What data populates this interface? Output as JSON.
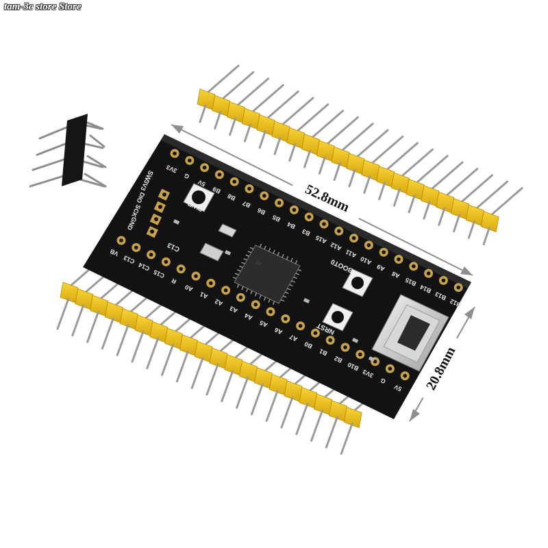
{
  "watermark": "tam-3c store Store",
  "dimensions": {
    "length": "52.8mm",
    "width": "20.8mm"
  },
  "board": {
    "top_pins": [
      "3V3",
      "G",
      "5V",
      "B9",
      "B8",
      "B7",
      "B6",
      "B5",
      "B4",
      "B3",
      "A15",
      "A12",
      "A11",
      "A10",
      "A9",
      "A8",
      "B15",
      "B14",
      "B13",
      "B12"
    ],
    "bottom_pins": [
      "VB",
      "C13",
      "C14",
      "C15",
      "R",
      "A0",
      "A1",
      "A2",
      "A3",
      "A4",
      "A5",
      "A6",
      "A7",
      "B0",
      "B1",
      "B2",
      "B10",
      "3V3",
      "G",
      "5V"
    ],
    "swd_pins": [
      "3V3",
      "DIO",
      "SCK",
      "GND"
    ],
    "swd_label": "SW",
    "button_labels": {
      "boot0": "BOOT0",
      "nrst": "NRST"
    },
    "silkscreen": {
      "pwr": "PWR",
      "c13": "C13"
    },
    "colors": {
      "pcb": "#121212",
      "silkscreen": "#e8e8e8",
      "header_plastic": "#f2c21a",
      "pin_metal": "#9a9a9a",
      "pad_gold": "#c8a24a"
    }
  }
}
